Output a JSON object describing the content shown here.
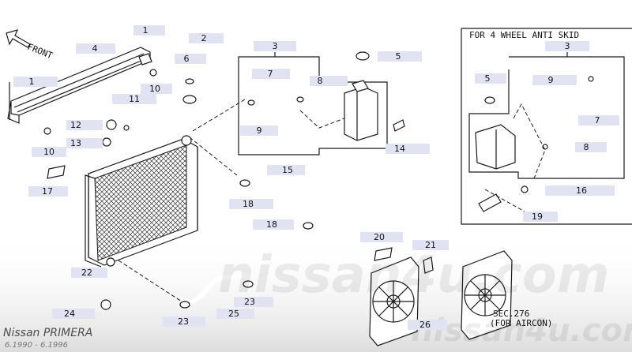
{
  "diagram": {
    "front_label": "FRONT",
    "anti_skid_title": "FOR 4 WHEEL ANTI SKID",
    "sec_ref": "SEC.276",
    "sec_note": "(FOR AIRCON)",
    "watermark": "nissan4u.com",
    "brand": "Nissan PRIMERA",
    "years": "6.1990 - 6.1996",
    "callouts": [
      "1",
      "1",
      "2",
      "3",
      "3",
      "4",
      "5",
      "5",
      "6",
      "7",
      "7",
      "8",
      "8",
      "9",
      "9",
      "10",
      "10",
      "11",
      "12",
      "13",
      "14",
      "15",
      "16",
      "17",
      "18",
      "18",
      "19",
      "20",
      "21",
      "22",
      "23",
      "23",
      "24",
      "25",
      "26"
    ],
    "colors": {
      "chip": "#e2e3f2",
      "ink": "#1a1a1a",
      "background": "#ffffff"
    }
  }
}
